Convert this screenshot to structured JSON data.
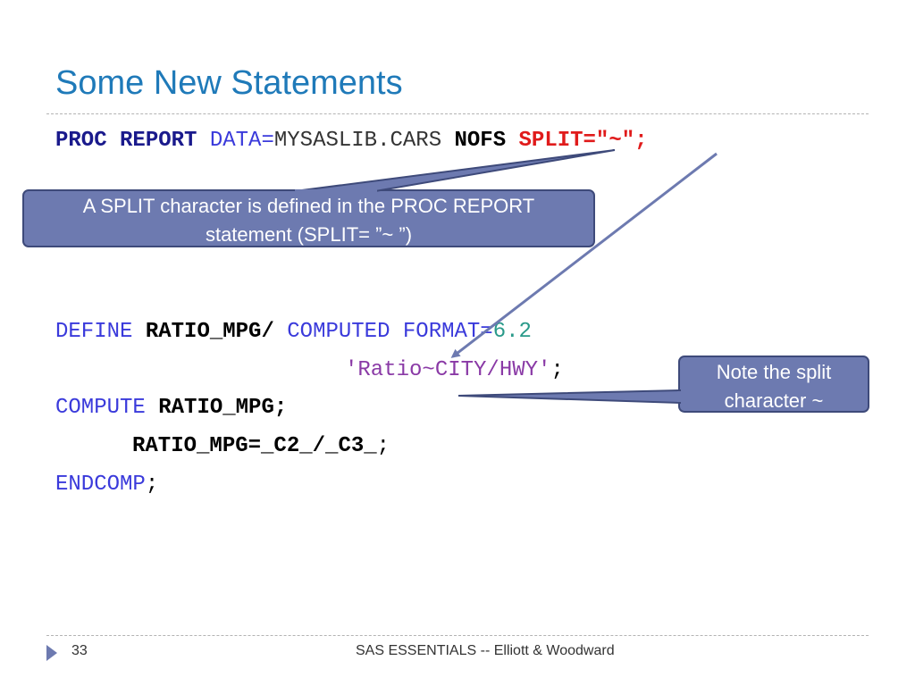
{
  "title": "Some New Statements",
  "code": {
    "line1": {
      "proc": "PROC",
      "report": "REPORT",
      "data_kw": "DATA=",
      "dataset": "MYSASLIB.CARS",
      "nofs": "NOFS",
      "split": "SPLIT=\"~\";"
    },
    "define_line": {
      "define": "DEFINE",
      "var": "RATIO_MPG/",
      "computed": "COMPUTED",
      "format_kw": "FORMAT=",
      "format_val": "6.2"
    },
    "label_line": {
      "label": "'Ratio~CITY/HWY'",
      "semicolon": ";"
    },
    "compute_line": {
      "compute": "COMPUTE",
      "var": "RATIO_MPG;"
    },
    "assign_line": {
      "expr": "RATIO_MPG=_C2_/_C3_",
      "semicolon": ";"
    },
    "endcomp_line": {
      "endcomp": "ENDCOMP",
      "semicolon": ";"
    }
  },
  "callouts": {
    "split_def_line1": "A SPLIT character is defined in the PROC REPORT",
    "split_def_line2": "statement (SPLIT= ”~ ”)",
    "note_line1": "Note the split",
    "note_line2": "character ~"
  },
  "footer": {
    "page_number": "33",
    "text": "SAS ESSENTIALS -- Elliott & Woodward"
  },
  "colors": {
    "title": "#1f7ab9",
    "callout_fill": "#6d7ab0",
    "callout_border": "#3e4a7a",
    "split_red": "#e01b1b"
  }
}
